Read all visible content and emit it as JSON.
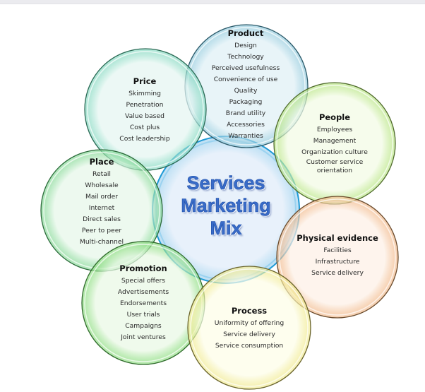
{
  "diagram": {
    "title": "Services Marketing Mix",
    "center": {
      "lines": [
        "Services",
        "Marketing",
        "Mix"
      ],
      "colors": {
        "fill": "#e8f1fb",
        "stroke": "#1e9ad6",
        "text": "#3a6cc8"
      }
    },
    "circles": [
      {
        "id": "product",
        "title": "Product",
        "items": [
          "Design",
          "Technology",
          "Perceived usefulness",
          "Convenience of use",
          "Quality",
          "Packaging",
          "Brand utility",
          "Accessories",
          "Warranties"
        ],
        "colors": {
          "fill": "#dff0f6",
          "edge": "#9ccfe0",
          "stroke": "#2b5a6a"
        }
      },
      {
        "id": "price",
        "title": "Price",
        "items": [
          "Skimming",
          "Penetration",
          "Value based",
          "Cost plus",
          "Cost leadership"
        ],
        "colors": {
          "fill": "#e4f6f1",
          "edge": "#8fdcc6",
          "stroke": "#2b6a55"
        }
      },
      {
        "id": "people",
        "title": "People",
        "items": [
          "Employees",
          "Management",
          "Organization culture",
          "Customer service orientation"
        ],
        "colors": {
          "fill": "#f2fbe4",
          "edge": "#bfe88e",
          "stroke": "#4f6a2b"
        }
      },
      {
        "id": "place",
        "title": "Place",
        "items": [
          "Retail",
          "Wholesale",
          "Mail order",
          "Internet",
          "Direct sales",
          "Peer to peer",
          "Multi-channel"
        ],
        "colors": {
          "fill": "#e6f7e9",
          "edge": "#8fdc9e",
          "stroke": "#2b6a3a"
        }
      },
      {
        "id": "physical-evidence",
        "title": "Physical evidence",
        "items": [
          "Facilities",
          "Infrastructure",
          "Service delivery"
        ],
        "colors": {
          "fill": "#fdf0e6",
          "edge": "#f3bf94",
          "stroke": "#6a4a2b"
        }
      },
      {
        "id": "promotion",
        "title": "Promotion",
        "items": [
          "Special offers",
          "Advertisements",
          "Endorsements",
          "User trials",
          "Campaigns",
          "Joint ventures"
        ],
        "colors": {
          "fill": "#e9f8e4",
          "edge": "#96e08a",
          "stroke": "#2f6a2b"
        }
      },
      {
        "id": "process",
        "title": "Process",
        "items": [
          "Uniformity of offering",
          "Service delivery",
          "Service consumption"
        ],
        "colors": {
          "fill": "#fdfde8",
          "edge": "#f2ec98",
          "stroke": "#6a642b"
        }
      }
    ]
  }
}
